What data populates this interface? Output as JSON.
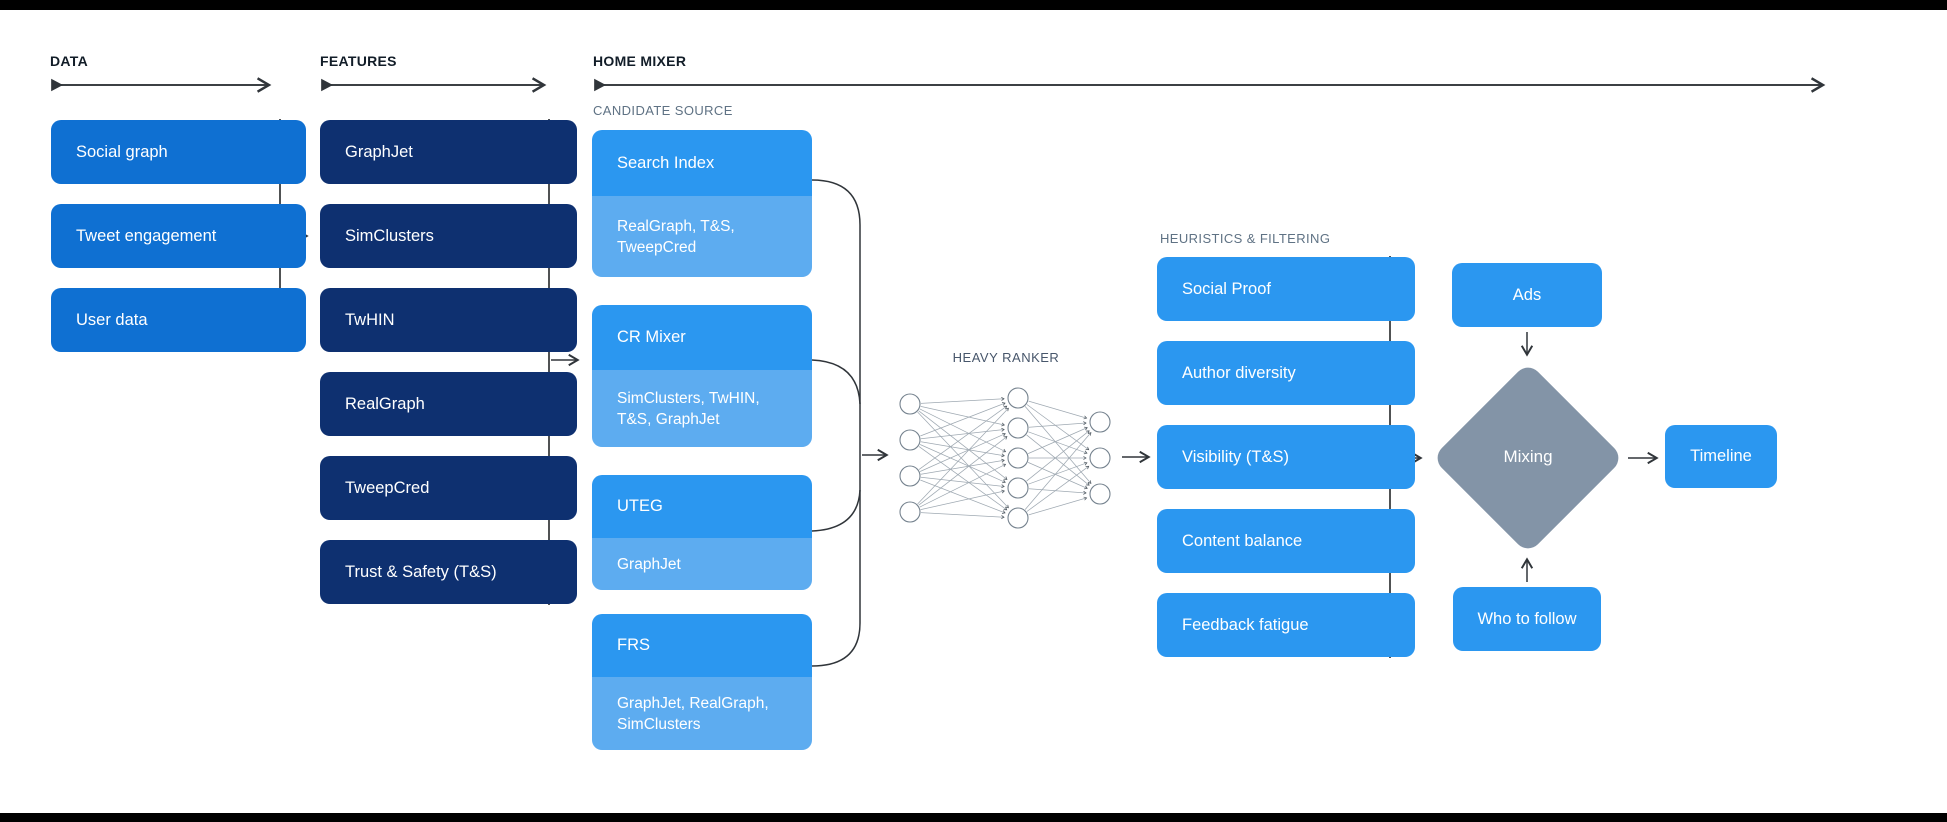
{
  "columns": {
    "data": {
      "label": "DATA",
      "items": [
        "Social graph",
        "Tweet engagement",
        "User data"
      ]
    },
    "features": {
      "label": "FEATURES",
      "items": [
        "GraphJet",
        "SimClusters",
        "TwHIN",
        "RealGraph",
        "TweepCred",
        "Trust & Safety (T&S)"
      ]
    },
    "home_mixer": {
      "label": "HOME MIXER",
      "candidate_source": {
        "label": "CANDIDATE SOURCE",
        "items": [
          {
            "name": "Search Index",
            "uses": "RealGraph, T&S, TweepCred"
          },
          {
            "name": "CR Mixer",
            "uses": "SimClusters, TwHIN, T&S, GraphJet"
          },
          {
            "name": "UTEG",
            "uses": "GraphJet"
          },
          {
            "name": "FRS",
            "uses": "GraphJet, RealGraph, SimClusters"
          }
        ]
      },
      "heavy_ranker": {
        "label": "HEAVY RANKER",
        "layers": [
          4,
          5,
          3
        ]
      },
      "heuristics": {
        "label": "HEURISTICS & FILTERING",
        "items": [
          "Social Proof",
          "Author diversity",
          "Visibility (T&S)",
          "Content balance",
          "Feedback fatigue"
        ]
      },
      "mixing": {
        "label": "Mixing"
      },
      "ads": {
        "label": "Ads"
      },
      "who_to_follow": {
        "label": "Who to follow"
      },
      "timeline": {
        "label": "Timeline"
      }
    }
  },
  "colors": {
    "data_box": "#0f70d2",
    "feature_box": "#0e3070",
    "candidate_header": "#2b97f0",
    "candidate_body": "#5dacf0",
    "heuristic_box": "#2b97f0",
    "mixing_diamond": "#8394a7",
    "box_text": "#ffffff",
    "section_label": "#121d28",
    "sub_label": "#5f7284",
    "line": "#30353a"
  }
}
